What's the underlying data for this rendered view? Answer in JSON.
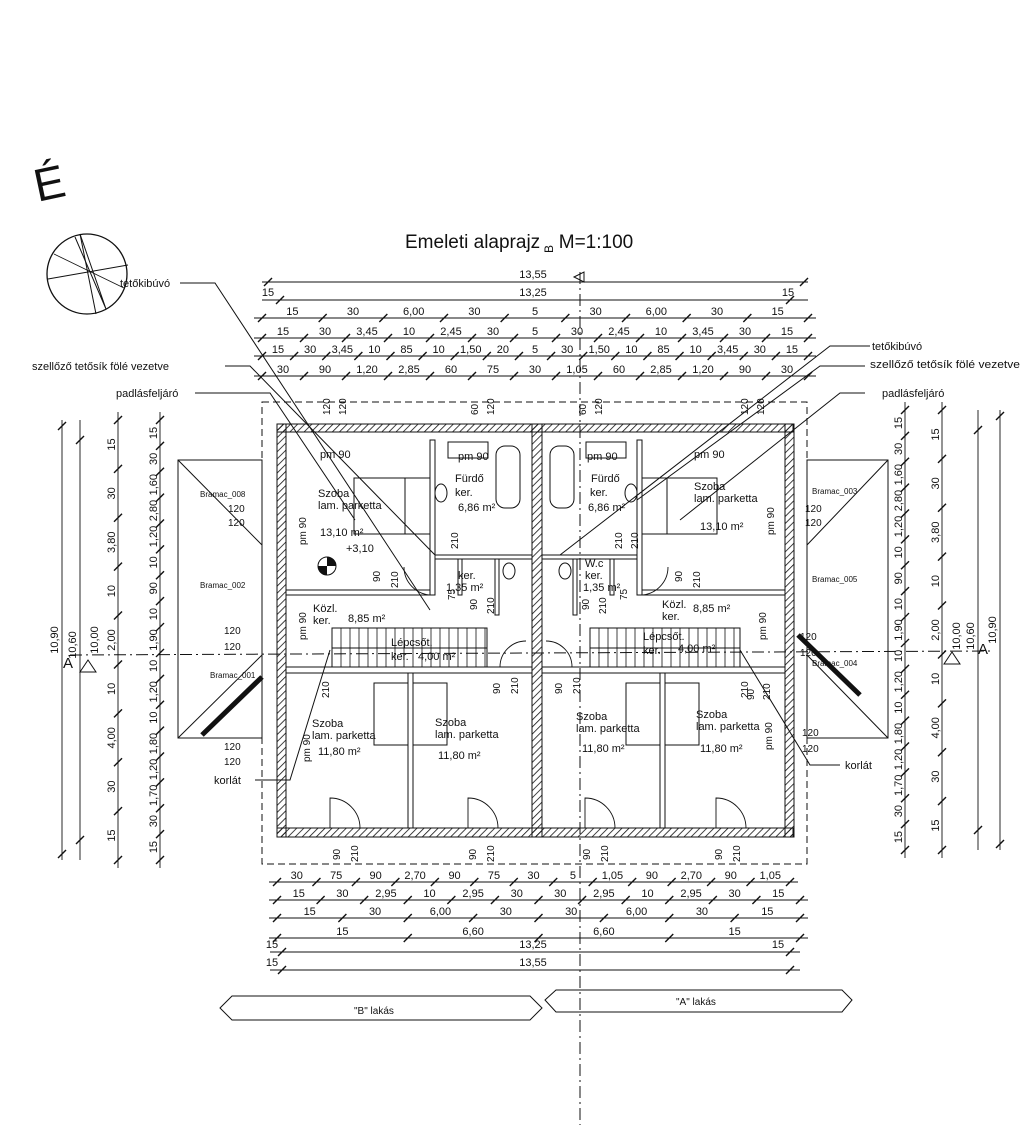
{
  "north_label": "É",
  "title": "Emeleti alaprajz",
  "title_suffix": "M=1:100",
  "section_mark": "B",
  "section_a": "A",
  "callouts": {
    "tetokibuvo": "tetőkibúvó",
    "szellozo": "szellőző tetősík fölé vezetve",
    "padlasfeljaro": "padlásfeljáró",
    "korlat": "korlát"
  },
  "apartments": {
    "b": "\"B\" lakás",
    "a": "\"A\" lakás"
  },
  "rooms": {
    "szoba": "Szoba",
    "parketta": "lam. parketta",
    "furdo": "Fürdő",
    "ker": "ker.",
    "wc": "W.c",
    "kozl": "Közl.",
    "lepcso": "Lépcsőt.",
    "area_1310": "13,10 m²",
    "area_686": "6,86 m²",
    "area_885": "8,85 m²",
    "area_400": "4,00 m²",
    "area_1180": "11,80 m²",
    "area_135": "1,35 m²",
    "level": "+3,10",
    "pm90": "pm 90",
    "v210": "210",
    "v75": "75",
    "v90": "90",
    "v120": "120",
    "v60": "60"
  },
  "roof": {
    "bramac_008": "Bramac_008",
    "bramac_002": "Bramac_002",
    "bramac_001": "Bramac_001",
    "bramac_003": "Bramac_003",
    "bramac_005": "Bramac_005",
    "bramac_004": "Bramac_004"
  },
  "top_dims": {
    "total": "13,55",
    "inner": "13,25",
    "r3": [
      "15",
      "30",
      "6,00",
      "30",
      "5",
      "30",
      "6,00",
      "30",
      "15"
    ],
    "r4": [
      "15",
      "30",
      "3,45",
      "10",
      "2,45",
      "30",
      "5",
      "30",
      "2,45",
      "10",
      "3,45",
      "30",
      "15"
    ],
    "r5": [
      "15",
      "30",
      "3,45",
      "10",
      "85",
      "10",
      "1,50",
      "20",
      "5",
      "30",
      "1,50",
      "10",
      "85",
      "10",
      "3,45",
      "30",
      "15"
    ],
    "r6": [
      "30",
      "90",
      "1,20",
      "2,85",
      "60",
      "75",
      "30",
      "1,05",
      "60",
      "2,85",
      "1,20",
      "90",
      "30"
    ]
  },
  "bottom_dims": {
    "r1": [
      "30",
      "75",
      "90",
      "2,70",
      "90",
      "75",
      "30",
      "5",
      "1,05",
      "90",
      "2,70",
      "90",
      "1,05"
    ],
    "r2": [
      "15",
      "30",
      "2,95",
      "10",
      "2,95",
      "30",
      "30",
      "2,95",
      "10",
      "2,95",
      "30",
      "15"
    ],
    "r3": [
      "15",
      "30",
      "6,00",
      "30",
      "30",
      "6,00",
      "30",
      "15"
    ],
    "r4": [
      "15",
      "6,60",
      "6,60",
      "15"
    ],
    "r5_left": "15",
    "r5": "13,25",
    "r5_right": "15",
    "r6_left": "15",
    "r6": "13,55"
  },
  "left_dims": {
    "total": "10,90",
    "inner": "10,60",
    "sub": "10,00",
    "c3": [
      "15",
      "30",
      "3,80",
      "10",
      "2,00",
      "10",
      "4,00",
      "30",
      "15"
    ],
    "c4": [
      "15",
      "30",
      "1,60",
      "2,80",
      "1,20",
      "10",
      "90",
      "10",
      "1,90",
      "10",
      "1,20",
      "10",
      "1,80",
      "1,20",
      "1,70",
      "30",
      "15"
    ]
  },
  "right_dims": {
    "total": "10,90",
    "inner": "10,60",
    "sub": "10,00",
    "c3": [
      "15",
      "30",
      "3,80",
      "10",
      "2,00",
      "10",
      "4,00",
      "30",
      "15"
    ],
    "c4": [
      "15",
      "30",
      "1,60",
      "2,80",
      "1,20",
      "10",
      "90",
      "10",
      "1,90",
      "10",
      "1,20",
      "10",
      "1,80",
      "1,20",
      "1,70",
      "30",
      "15"
    ]
  }
}
